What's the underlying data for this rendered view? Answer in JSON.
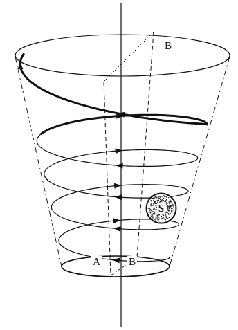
{
  "diagram": {
    "nodes": [
      {
        "text": [
          "S"
        ]
      }
    ],
    "labels": [
      "B",
      "A",
      "B"
    ]
  }
}
